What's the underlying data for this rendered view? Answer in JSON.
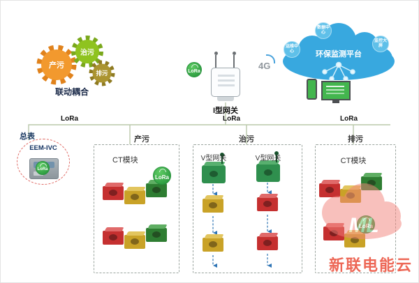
{
  "gears": {
    "gear1": "产污",
    "gear2": "治污",
    "gear3": "排污",
    "caption": "联动耦合"
  },
  "gateway": {
    "label": "I型网关",
    "lora_badge": "LoRa",
    "network_badge": "4G"
  },
  "cloud": {
    "platform": "环保监测平台",
    "badge_top": "数据中心",
    "badge_left": "运维中心",
    "badge_right": "监控大屏"
  },
  "bus": {
    "lora_left": "LoRa",
    "lora_mid": "LoRa",
    "lora_right": "LoRa"
  },
  "meter": {
    "label": "总表",
    "device": "EEM-IVC",
    "lora_badge": "LoRa"
  },
  "boxes": {
    "chanwu": {
      "title": "产污",
      "module_label": "CT模块",
      "lora_badge": "LoRa"
    },
    "zhiwu": {
      "title": "治污",
      "gateway_left": "V型网关",
      "gateway_right": "V型网关"
    },
    "paiwu": {
      "title": "排污",
      "module_label": "CT模块",
      "lora_badge": "LoRa"
    }
  },
  "watermark": {
    "logo": "ML",
    "text": "新联电能云"
  },
  "colors": {
    "cloud_blue": "#38a8df",
    "lora_green": "#2f9e42",
    "module_red": "#c53030",
    "module_yellow": "#c9a227",
    "module_green": "#2e7d32",
    "gear_orange": "#f2992e",
    "gear_green": "#8fc31f",
    "gear_gold": "#ab9430",
    "watermark_red": "#e9422d",
    "wire": "#bac8aa",
    "arrow_blue": "#2e74b5"
  }
}
